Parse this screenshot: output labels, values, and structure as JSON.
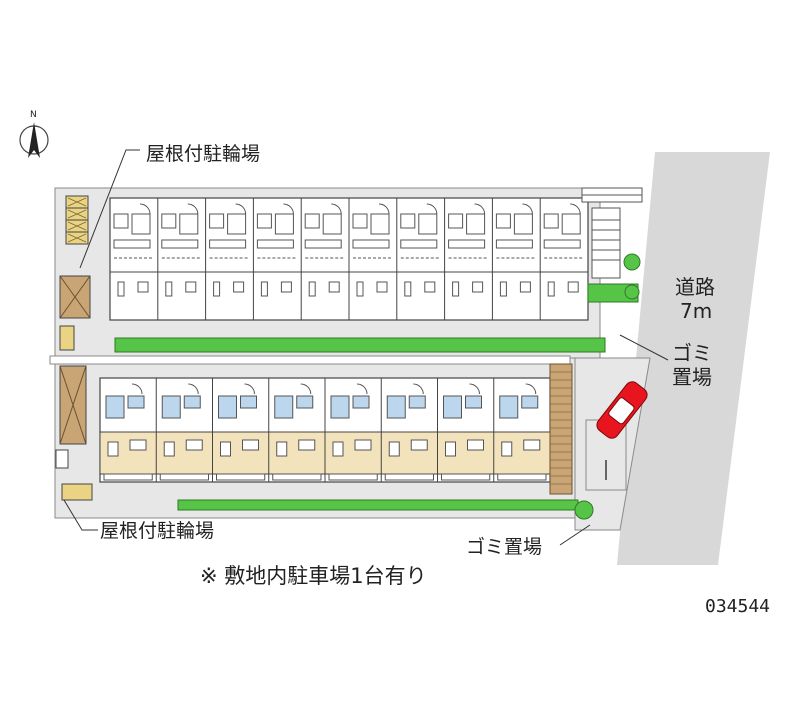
{
  "labels": {
    "bike_parking_top": "屋根付駐輪場",
    "bike_parking_bottom": "屋根付駐輪場",
    "road_name": "道路",
    "road_width": "7m",
    "garbage_right_line1": "ゴミ",
    "garbage_right_line2": "置場",
    "garbage_bottom": "ゴミ置場",
    "parking_note": "※ 敷地内駐車場1台有り",
    "property_code": "034544"
  },
  "compass": {
    "north_label": "N"
  },
  "buildings": [
    {
      "name": "north-building",
      "unit_count": 10
    },
    {
      "name": "south-building",
      "unit_count": 8
    }
  ],
  "colors": {
    "road": "#d8d8d8",
    "site_path": "#e7e7e7",
    "building_bg": "#ffffff",
    "floor_tan": "#f3e3bd",
    "bath_blue": "#bcd6ee",
    "hedge_green": "#55c447",
    "car_red": "#e8141e",
    "bike_yellow": "#ead382",
    "deck_brown": "#c9a474",
    "line": "#555555"
  }
}
